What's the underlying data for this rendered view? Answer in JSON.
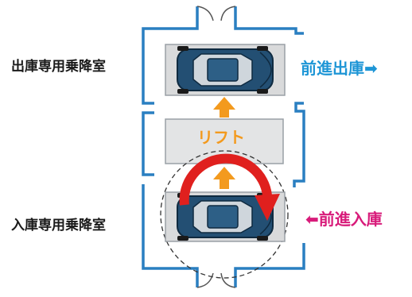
{
  "labels": {
    "exit_room": "出庫専用乗降室",
    "entry_room": "入庫専用乗降室",
    "forward_exit": "前進出庫➡",
    "forward_entry": "⬅前進入庫",
    "lift": "リフト"
  },
  "colors": {
    "wall": "#2a7fc1",
    "exit_text": "#1e96d6",
    "entry_text": "#d81b7a",
    "lift_arrow": "#f39a1e",
    "turn_arrow": "#e0201e",
    "platform": "#d9dadb",
    "car_body": "#234f73"
  },
  "icons": {
    "car_top": "car-top-view-icon",
    "up_arrow": "up-arrow-icon",
    "turntable_arrow": "rotate-clockwise-arrow-icon"
  }
}
